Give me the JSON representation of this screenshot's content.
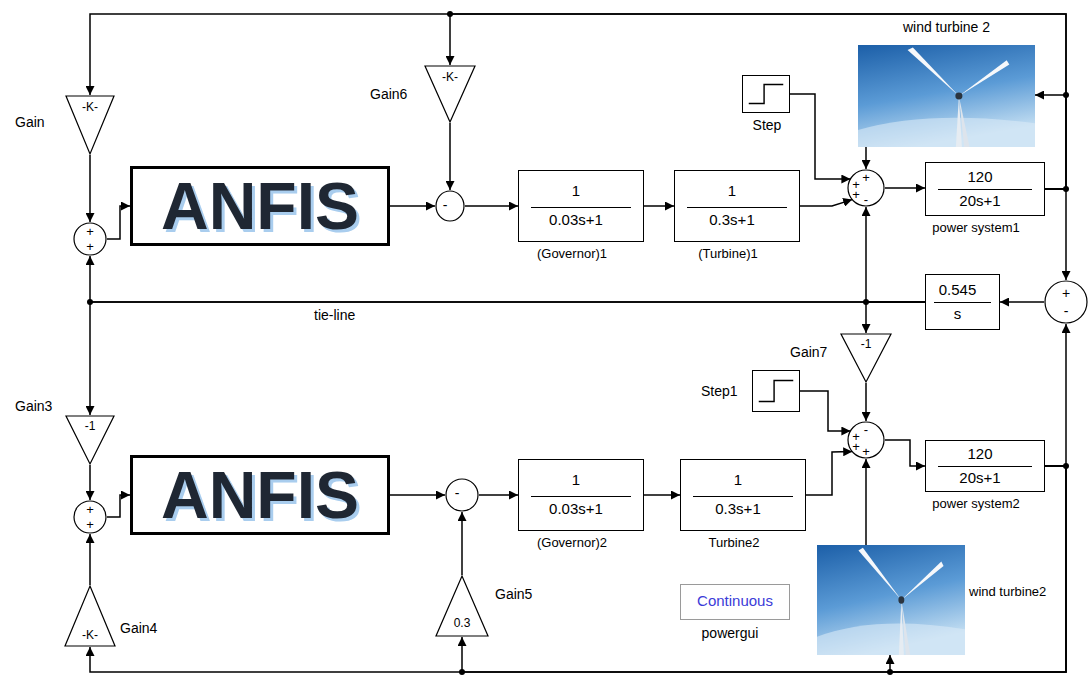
{
  "diagram": {
    "nodes": [
      {
        "text": [
          "-K-",
          "Gain"
        ]
      },
      {
        "text": [
          "-K-",
          "Gain6"
        ]
      },
      {
        "text": [
          "Step"
        ]
      },
      {
        "text": [
          "wind turbine 2"
        ]
      },
      {
        "text": [
          "ANFIS"
        ]
      },
      {
        "text": [
          "-"
        ]
      },
      {
        "text": [
          "1",
          "0.03s+1",
          "(Governor)1"
        ]
      },
      {
        "text": [
          "1",
          "0.3s+1",
          "(Turbine)1"
        ]
      },
      {
        "text": [
          "+",
          "+",
          "+",
          "-"
        ]
      },
      {
        "text": [
          "120",
          "20s+1",
          "power system1"
        ]
      },
      {
        "text": [
          "+",
          "+"
        ]
      },
      {
        "text": [
          "0.545",
          "s"
        ]
      },
      {
        "text": [
          "+",
          "-"
        ]
      },
      {
        "text": [
          "-1",
          "Gain7"
        ]
      },
      {
        "text": [
          "-1",
          "Gain3"
        ]
      },
      {
        "text": [
          "Step1"
        ]
      },
      {
        "text": [
          "-",
          "+",
          "+",
          "+"
        ]
      },
      {
        "text": [
          "120",
          "20s+1",
          "power system2"
        ]
      },
      {
        "text": [
          "+",
          "+"
        ]
      },
      {
        "text": [
          "ANFIS"
        ]
      },
      {
        "text": [
          "-"
        ]
      },
      {
        "text": [
          "1",
          "0.03s+1",
          "(Governor)2"
        ]
      },
      {
        "text": [
          "1",
          "0.3s+1",
          "Turbine2"
        ]
      },
      {
        "text": [
          "Continuous",
          "powergui"
        ]
      },
      {
        "text": [
          "0.3",
          "Gain5"
        ]
      },
      {
        "text": [
          "-K-",
          "Gain4"
        ]
      },
      {
        "text": [
          "wind turbine2"
        ]
      }
    ],
    "edges": [
      {
        "from": 0,
        "to": 10,
        "arrow": "to"
      },
      {
        "from": 10,
        "to": 4,
        "arrow": "to"
      },
      {
        "from": 4,
        "to": 5,
        "arrow": "to"
      },
      {
        "from": 1,
        "to": 5,
        "arrow": "to"
      },
      {
        "from": 5,
        "to": 6,
        "arrow": "to"
      },
      {
        "from": 6,
        "to": 7,
        "arrow": "to"
      },
      {
        "from": 7,
        "to": 8,
        "arrow": "to"
      },
      {
        "from": 2,
        "to": 8,
        "arrow": "to"
      },
      {
        "from": 3,
        "to": 8,
        "arrow": "to"
      },
      {
        "from": 8,
        "to": 9,
        "arrow": "to"
      },
      {
        "from": 9,
        "to": 0,
        "arrow": "to"
      },
      {
        "from": 9,
        "to": 1,
        "arrow": "to"
      },
      {
        "from": 9,
        "to": 3,
        "arrow": "to"
      },
      {
        "from": 9,
        "to": 12,
        "arrow": "to"
      },
      {
        "from": 12,
        "to": 11,
        "arrow": "to"
      },
      {
        "from": 11,
        "to": 10,
        "arrow": "to"
      },
      {
        "from": 11,
        "to": 14,
        "arrow": "to"
      },
      {
        "from": 11,
        "to": 8,
        "arrow": "to"
      },
      {
        "from": 11,
        "to": 13,
        "arrow": "to"
      },
      {
        "from": 13,
        "to": 16,
        "arrow": "to"
      },
      {
        "from": 15,
        "to": 16,
        "arrow": "to"
      },
      {
        "from": 22,
        "to": 16,
        "arrow": "to"
      },
      {
        "from": 26,
        "to": 16,
        "arrow": "to"
      },
      {
        "from": 16,
        "to": 17,
        "arrow": "to"
      },
      {
        "from": 17,
        "to": 12,
        "arrow": "to"
      },
      {
        "from": 17,
        "to": 25,
        "arrow": "to"
      },
      {
        "from": 17,
        "to": 24,
        "arrow": "to"
      },
      {
        "from": 17,
        "to": 26,
        "arrow": "to"
      },
      {
        "from": 14,
        "to": 18,
        "arrow": "to"
      },
      {
        "from": 25,
        "to": 18,
        "arrow": "to"
      },
      {
        "from": 18,
        "to": 19,
        "arrow": "to"
      },
      {
        "from": 19,
        "to": 20,
        "arrow": "to"
      },
      {
        "from": 24,
        "to": 20,
        "arrow": "to"
      },
      {
        "from": 20,
        "to": 21,
        "arrow": "to"
      },
      {
        "from": 21,
        "to": 22,
        "arrow": "to"
      }
    ],
    "labels": [
      "tie-line"
    ]
  }
}
